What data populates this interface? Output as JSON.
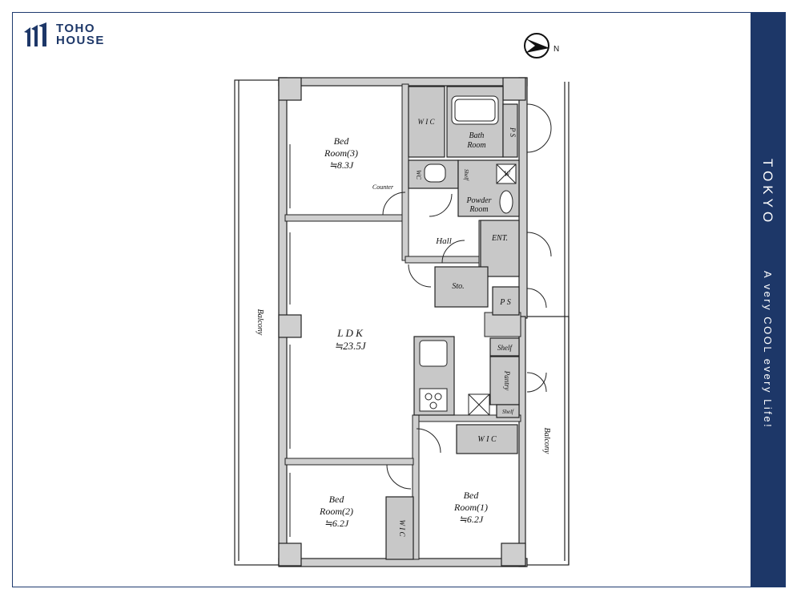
{
  "brand": {
    "line1": "TOHO",
    "line2": "HOUSE"
  },
  "side_band": {
    "city": "TOKYO",
    "tagline": "A very COOL every Life!"
  },
  "compass": {
    "north_label": "N"
  },
  "rooms": {
    "bed3_line1": "Bed",
    "bed3_line2": "Room(3)",
    "bed3_area": "≒8.3J",
    "wic_top": "W I C",
    "bath_line1": "Bath",
    "bath_line2": "Room",
    "ps_top": "P S",
    "wc": "WC",
    "shelf_small": "Shelf",
    "washer": "W",
    "counter": "Counter",
    "powder_line1": "Powder",
    "powder_line2": "Room",
    "hall": "Hall",
    "ent": "ENT.",
    "sto": "Sto.",
    "ps_mid": "P S",
    "balcony_left": "Balcony",
    "balcony_right": "Balcony",
    "ldk_line1": "L D K",
    "ldk_area": "≒23.5J",
    "shelf_pantry_top": "Shelf",
    "pantry": "Pantry",
    "shelf_pantry_bottom": "Shelf",
    "wic_mid": "W I C",
    "bed2_line1": "Bed",
    "bed2_line2": "Room(2)",
    "bed2_area": "≒6.2J",
    "wic_bed2": "W I C",
    "bed1_line1": "Bed",
    "bed1_line2": "Room(1)",
    "bed1_area": "≒6.2J"
  }
}
